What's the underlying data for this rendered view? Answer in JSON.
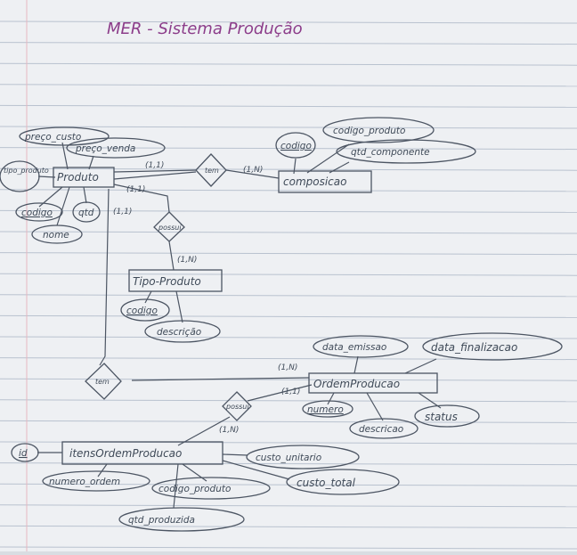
{
  "title": "MER - Sistema Produção",
  "entities": [
    {
      "id": "produto",
      "label": "Produto"
    },
    {
      "id": "composicao",
      "label": "composicao"
    },
    {
      "id": "tipo_produto",
      "label": "Tipo-Produto"
    },
    {
      "id": "ordem_producao",
      "label": "OrdemProducao"
    },
    {
      "id": "itens_ordem_producao",
      "label": "itensOrdemProducao"
    }
  ],
  "relationships": [
    {
      "id": "tem1",
      "label": "tem"
    },
    {
      "id": "possui",
      "label": "possui"
    },
    {
      "id": "tem2",
      "label": "tem"
    },
    {
      "id": "possui2",
      "label": "possui"
    }
  ],
  "attributes": [
    {
      "id": "preco_custo",
      "label": "preço_custo"
    },
    {
      "id": "preco_venda",
      "label": "preço_venda"
    },
    {
      "id": "tipo_produto_attr",
      "label": "tipo_produto"
    },
    {
      "id": "codigo_prod",
      "label": "codigo"
    },
    {
      "id": "qtd",
      "label": "qtd"
    },
    {
      "id": "nome",
      "label": "nome"
    },
    {
      "id": "codigo_comp",
      "label": "codigo"
    },
    {
      "id": "codigo_produto_comp",
      "label": "codigo_produto"
    },
    {
      "id": "qtd_componente",
      "label": "qtd_componente"
    },
    {
      "id": "codigo_tipo",
      "label": "codigo"
    },
    {
      "id": "descricao_tipo",
      "label": "descrição"
    },
    {
      "id": "data_emissao",
      "label": "data_emissao"
    },
    {
      "id": "data_finalizacao",
      "label": "data_finalizacao"
    },
    {
      "id": "numero",
      "label": "numero"
    },
    {
      "id": "descricao_op",
      "label": "descricao"
    },
    {
      "id": "status",
      "label": "status"
    },
    {
      "id": "id",
      "label": "id"
    },
    {
      "id": "custo_unitario",
      "label": "custo_unitario"
    },
    {
      "id": "numero_ordem",
      "label": "numero_ordem"
    },
    {
      "id": "codigo_produto_item",
      "label": "codigo_produto"
    },
    {
      "id": "custo_total",
      "label": "custo_total"
    },
    {
      "id": "qtd_produzida",
      "label": "qtd_produzida"
    }
  ],
  "cardinalities": [
    {
      "id": "c_prod_tem",
      "label": "(1,1)"
    },
    {
      "id": "c_tem_comp",
      "label": "(1,N)"
    },
    {
      "id": "c_prod_possui",
      "label": "(1,1)"
    },
    {
      "id": "c_prod_left",
      "label": "(1,1)"
    },
    {
      "id": "c_possui_tipo",
      "label": "(1,N)"
    },
    {
      "id": "c_op_tem",
      "label": "(1,N)"
    },
    {
      "id": "c_op_possui",
      "label": "(1,1)"
    },
    {
      "id": "c_possui_itens",
      "label": "(1,N)"
    }
  ]
}
